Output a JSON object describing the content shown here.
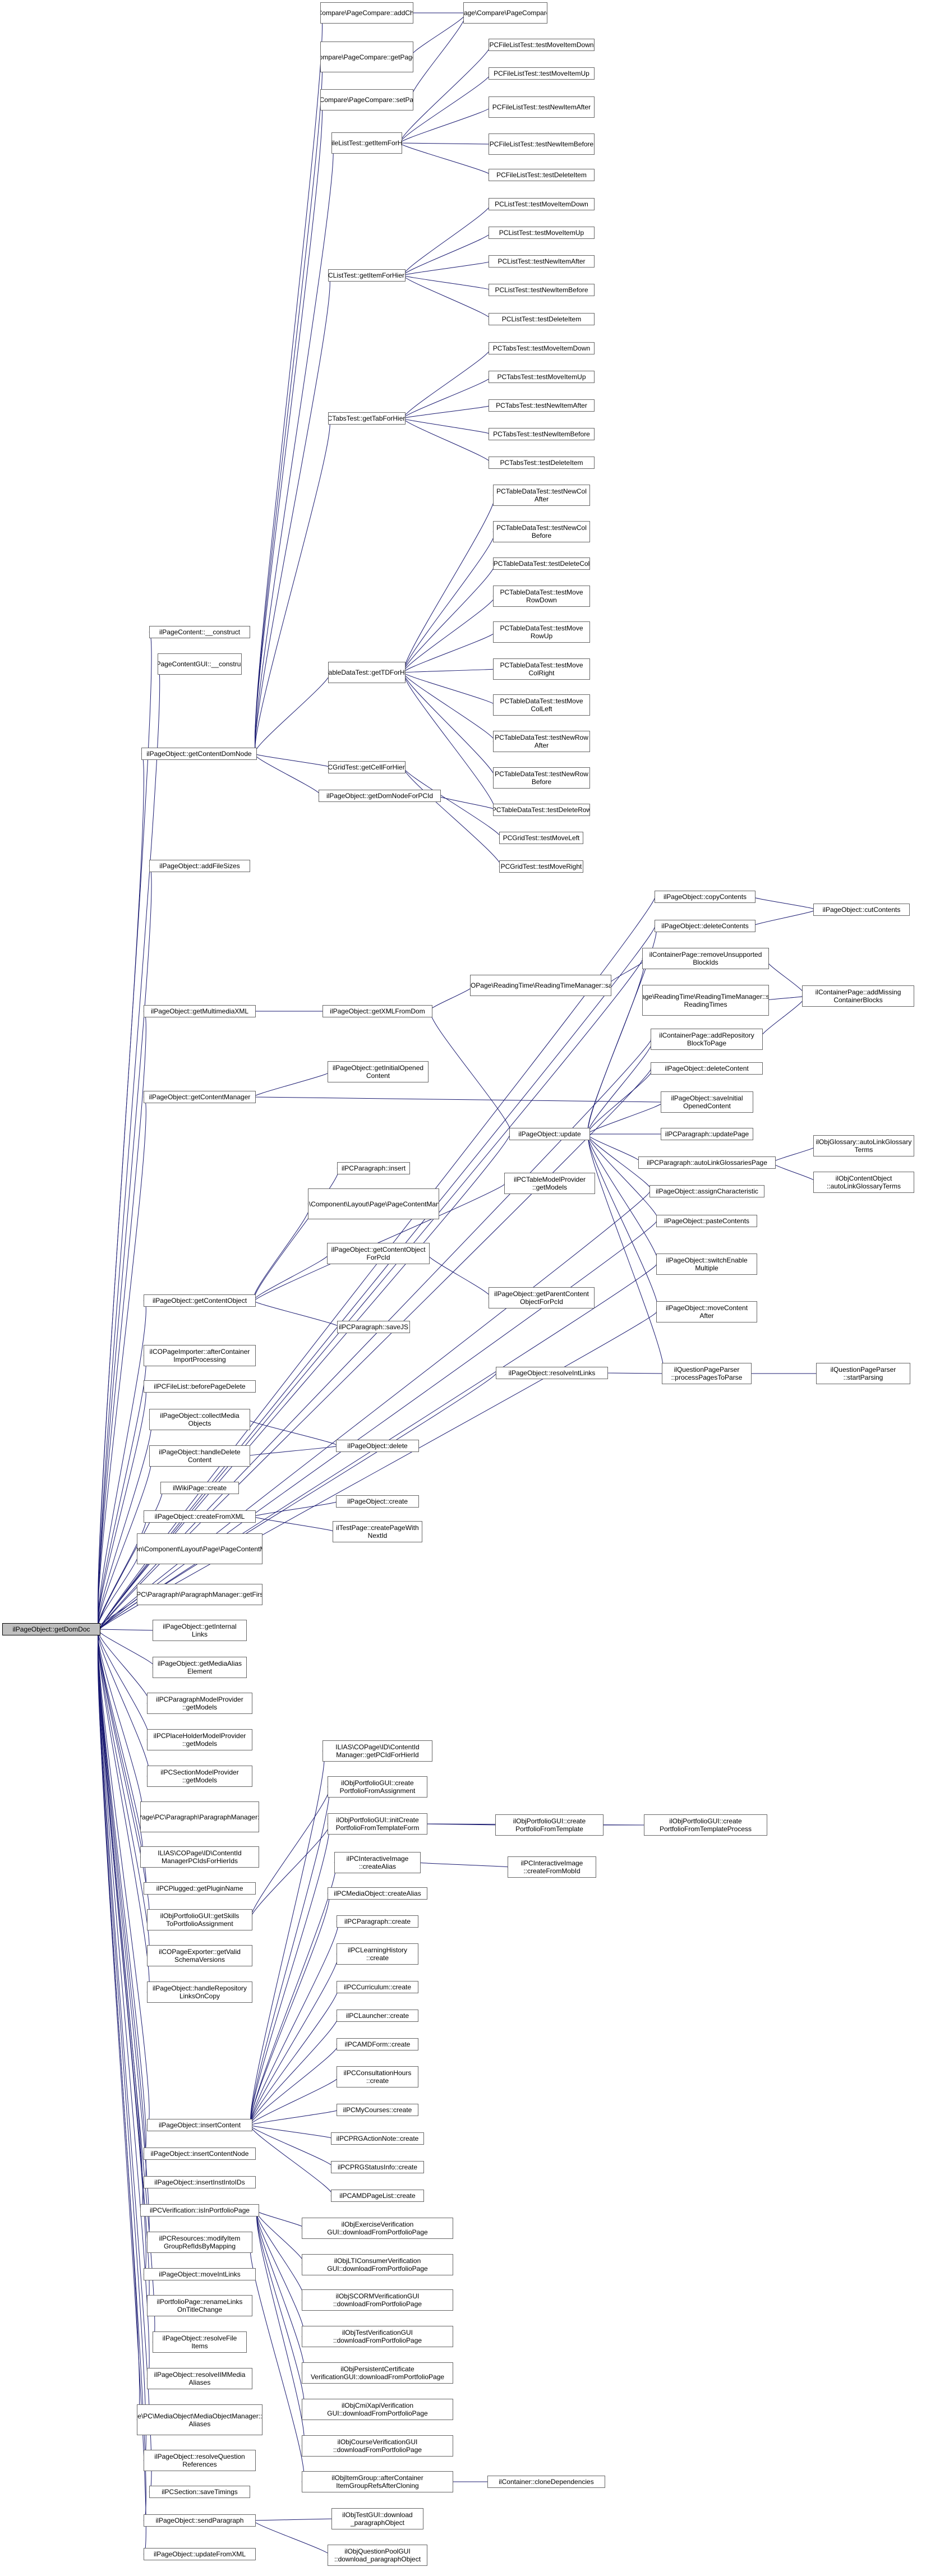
{
  "title": "",
  "colors": {
    "edge": "#191970",
    "node_border": "#666666",
    "root_fill": "#bfbfbf"
  },
  "root": "ilPageObject::getDomDoc",
  "nodes": {
    "root": "ilPageObject::getDomDoc",
    "cmp_addchg": "ILIAS\\COPage\\Compare\\PageCompare::addChangeDivClasses",
    "cmp_compare": "ILIAS\\COPage\\Compare\\PageCompare::compare",
    "cmp_hashes": "ILIAS\\COPage\\Compare\\PageCompare::getPageContentsHashes",
    "cmp_setpara": "ILIAS\\COPage\\Compare\\PageCompare::setParagraphContent",
    "fl_get": "PCFileListTest::getItemForHierId",
    "fl_down": "PCFileListTest::testMoveItemDown",
    "fl_up": "PCFileListTest::testMoveItemUp",
    "fl_after": "PCFileListTest::testNewItemAfter",
    "fl_before": "PCFileListTest::testNewItemBefore",
    "fl_del": "PCFileListTest::testDeleteItem",
    "li_get": "PCListTest::getItemForHierId",
    "li_down": "PCListTest::testMoveItemDown",
    "li_up": "PCListTest::testMoveItemUp",
    "li_after": "PCListTest::testNewItemAfter",
    "li_before": "PCListTest::testNewItemBefore",
    "li_del": "PCListTest::testDeleteItem",
    "tb_get": "PCTabsTest::getTabForHierId",
    "tb_down": "PCTabsTest::testMoveItemDown",
    "tb_up": "PCTabsTest::testMoveItemUp",
    "tb_after": "PCTabsTest::testNewItemAfter",
    "tb_before": "PCTabsTest::testNewItemBefore",
    "tb_del": "PCTabsTest::testDeleteItem",
    "td_get": "PCTableDataTest::getTDForHierId",
    "td_newcolafter": "PCTableDataTest::testNewCol After",
    "td_newcolbefore": "PCTableDataTest::testNewCol Before",
    "td_delcol": "PCTableDataTest::testDeleteCol",
    "td_rowdown": "PCTableDataTest::testMove RowDown",
    "td_rowup": "PCTableDataTest::testMove RowUp",
    "td_colright": "PCTableDataTest::testMove ColRight",
    "td_colleft": "PCTableDataTest::testMove ColLeft",
    "td_newrowafter": "PCTableDataTest::testNewRow After",
    "td_newrowbefore": "PCTableDataTest::testNewRow Before",
    "td_delrow": "PCTableDataTest::testDeleteRow",
    "gr_get": "PCGridTest::getCellForHierId",
    "gr_left": "PCGridTest::testMoveLeft",
    "gr_right": "PCGridTest::testMoveRight",
    "pc_construct": "ilPageContent::__construct",
    "pcgui_construct": "ilPageContentGUI::__construct",
    "po_getcdn": "ilPageObject::getContentDomNode",
    "po_getdnpcid": "ilPageObject::getDomNodeForPCId",
    "po_addfs": "ilPageObject::addFileSizes",
    "po_copy": "ilPageObject::copyContents",
    "po_cut": "ilPageObject::cutContents",
    "po_delc": "ilPageObject::deleteContents",
    "cp_remunsup": "ilContainerPage::removeUnsupported BlockIds",
    "cp_addmissing": "ilContainerPage::addMissing ContainerBlocks",
    "rt_save": "ILIAS\\COPage\\ReadingTime\\ReadingTimeManager::saveTime",
    "rt_savemissing": "ILIAS\\COPage\\ReadingTime\\ReadingTimeManager::saveMissing ReadingTimes",
    "cp_addrep": "ilContainerPage::addRepository BlockToPage",
    "po_getmmxml": "ilPageObject::getMultimediaXML",
    "po_getxml": "ilPageObject::getXMLFromDom",
    "po_delcontent": "ilPageObject::deleteContent",
    "po_getcm": "ilPageObject::getContentManager",
    "po_getinitopened": "ilPageObject::getInitialOpened Content",
    "po_saveinit": "ilPageObject::saveInitial OpenedContent",
    "po_update": "ilPageObject::update",
    "para_updatepage": "ilPCParagraph::updatePage",
    "para_autolink": "ilPCParagraph::autoLinkGlossariesPage",
    "glo_autolink": "ilObjGlossary::autoLinkGlossary Terms",
    "co_autolink": "ilObjContentObject ::autoLinkGlossaryTerms",
    "po_assign": "ilPageObject::assignCharacteristic",
    "po_paste": "ilPageObject::pasteContents",
    "po_switch": "ilPageObject::switchEnable Multiple",
    "po_movecontent": "ilPageObject::moveContent After",
    "para_insert": "ilPCParagraph::insert",
    "ui_movecontent": "ILIAS\\UI\\Implementation\\Component\\Layout\\Page\\PageContentManager::moveContentAfter",
    "tmp_getmodels": "ilPCTableModelProvider ::getModels",
    "po_getco": "ilPageObject::getContentObject",
    "po_getcopcid": "ilPageObject::getContentObject ForPcId",
    "po_getparent": "ilPageObject::getParentContent ObjectForPcId",
    "para_savejs": "ilPCParagraph::saveJS",
    "imp_after": "ilCOPageImporter::afterContainer ImportProcessing",
    "fl_beforedel": "ilPCFileList::beforePageDelete",
    "po_collect": "ilPageObject::collectMedia Objects",
    "po_handledel": "ilPageObject::handleDelete Content",
    "po_delete": "ilPageObject::delete",
    "wiki_create": "ilWikiPage::create",
    "po_resolveintlinks": "ilPageObject::resolveIntLinks",
    "qpp_process": "ilQuestionPageParser ::processPagesToParse",
    "qpp_start": "ilQuestionPageParser ::startParsing",
    "po_createfromxml": "ilPageObject::createFromXML",
    "po_create": "ilPageObject::create",
    "tp_create": "ilTestPage::createPageWith NextId",
    "ui_download": "ILIAS\\UI\\Implementation\\Component\\Layout\\Page\\PageContentManager::downloadFile",
    "pm_first": "ILIAS\\COPage\\PC\\Paragraph\\ParagraphManager::getFirstParagraphText",
    "po_getinternal": "ilPageObject::getInternal Links",
    "po_getmediaalias": "ilPageObject::getMediaAlias Element",
    "pmp_getmodels": "ilPCParagraphModelProvider ::getModels",
    "phmp_getmodels": "ilPCPlaceHolderModelProvider ::getModels",
    "smp_getmodels": "ilPCSectionModelProvider ::getModels",
    "pm_getpcid": "ILIAS\\COPage\\PC\\Paragraph\\ParagraphManager::getPCIdC",
    "cid_getpcids": "ILIAS\\COPage\\ID\\ContentId ManagerPCIdsForHierIds",
    "cid_getpcidfor": "ILIAS\\COPage\\ID\\ContentId Manager::getPCIdForHierId",
    "pf_create": "ilObjPortfolioGUI::create PortfolioFromAssignment",
    "pf_initcreate": "ilObjPortfolioGUI::initCreate PortfolioFromTemplateForm",
    "pf_createtpl": "ilObjPortfolioGUI::create PortfolioFromTemplate",
    "pf_createproc": "ilObjPortfolioGUI::create PortfolioFromTemplateProcess",
    "plug_getname": "ilPCPlugged::getPluginName",
    "pf_getskills": "ilObjPortfolioGUI::getSkills ToPortfolioAssignment",
    "ii_createalias": "ilPCInteractiveImage ::createAlias",
    "ii_createmob": "ilPCInteractiveImage ::createFromMobId",
    "mo_createalias": "ilPCMediaObject::createAlias",
    "para_create": "ilPCParagraph::create",
    "lh_create": "ilPCLearningHistory ::create",
    "exp_getvalid": "ilCOPageExporter::getValid SchemaVersions",
    "cur_create": "ilPCCurriculum::create",
    "po_handlerep": "ilPageObject::handleRepository LinksOnCopy",
    "la_create": "ilPCLauncher::create",
    "amd_create": "ilPCAMDForm::create",
    "ch_create": "ilPCConsultationHours ::create",
    "po_insert": "ilPageObject::insertContent",
    "mc_create": "ilPCMyCourses::create",
    "po_insertnode": "ilPageObject::insertContentNode",
    "prg_action": "ilPCPRGActionNote::create",
    "po_insertinstant": "ilPageObject::insertInstIntoIDs",
    "prg_status": "ilPCPRGStatusInfo::create",
    "amdpl_create": "ilPCAMDPageList::create",
    "ver_isin": "ilPCVerification::isInPortfolioPage",
    "res_modify": "ilPCResources::modifyItem GroupRefIdsByMapping",
    "ex_ver": "ilObjExerciseVerification GUI::downloadFromPortfolioPage",
    "ltic_ver": "ilObjLTIConsumerVerification GUI::downloadFromPortfolioPage",
    "scorm_ver": "ilObjSCORMVerificationGUI ::downloadFromPortfolioPage",
    "po_moveint": "ilPageObject::moveIntLinks",
    "pfp_rename": "ilPortfolioPage::renameLinks OnTitleChange",
    "test_ver": "ilObjTestVerificationGUI ::downloadFromPortfolioPage",
    "po_resolvefile": "ilPageObject::resolveFile Items",
    "pers_ver": "ilObjPersistentCertificate VerificationGUI::downloadFromPortfolioPage",
    "po_resolvemm": "ilPageObject::resolveIIMMedia Aliases",
    "cmix_ver": "ilObjCmiXapiVerification GUI::downloadFromPortfolioPage",
    "mom_resolve": "ILIAS\\COPage\\PC\\MediaObject\\MediaObjectManager::resolveMedia Aliases",
    "crs_ver": "ilObjCourseVerificationGUI ::downloadFromPortfolioPage",
    "po_resolveq": "ilPageObject::resolveQuestion References",
    "ig_after": "ilObjItemGroup::afterContainer ItemGroupRefsAfterCloning",
    "cont_clone": "ilContainer::cloneDependencies",
    "sec_savetimings": "ilPCSection::saveTimings",
    "po_sendpara": "ilPageObject::sendParagraph",
    "test_download": "ilObjTestGUI::download _paragraphObject",
    "po_updatexml": "ilPageObject::updateFromXML",
    "qp_download": "ilObjQuestionPoolGUI ::download_paragraphObject"
  }
}
